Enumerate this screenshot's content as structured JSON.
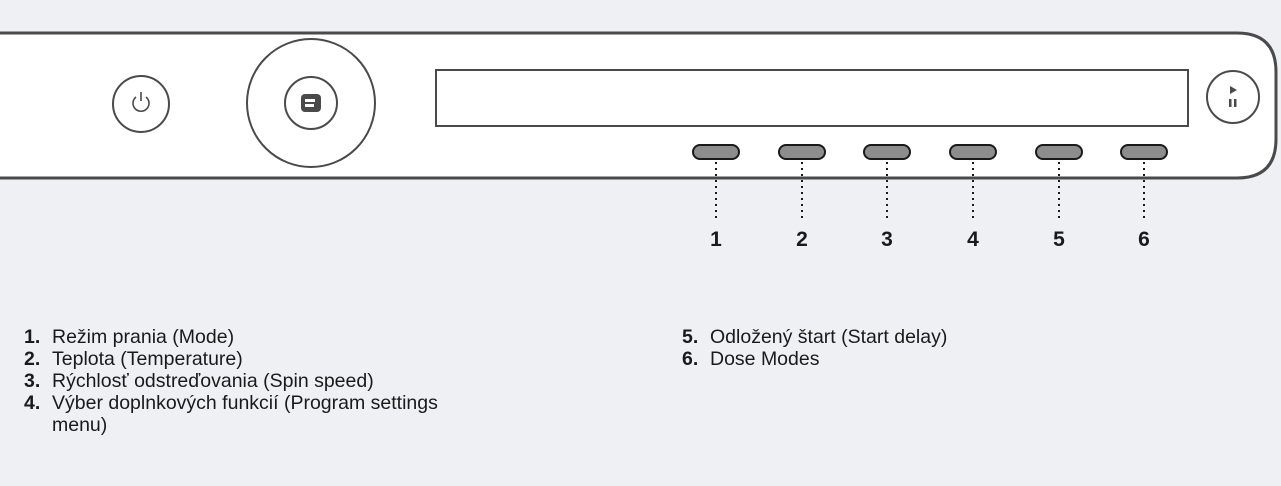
{
  "control_panel": {
    "buttons": [
      {
        "number": "1",
        "description": "Režim prania (Mode)"
      },
      {
        "number": "2",
        "description": "Teplota (Temperature)"
      },
      {
        "number": "3",
        "description": "Rýchlosť odstreďovania (Spin speed)"
      },
      {
        "number": "4",
        "description": "Výber doplnkových funkcií (Program settings menu)"
      },
      {
        "number": "5",
        "description": "Odložený štart (Start delay)"
      },
      {
        "number": "6",
        "description": "Dose Modes"
      }
    ],
    "icons": [
      "power-icon",
      "dial-logo-icon",
      "play-pause-icon"
    ]
  },
  "legend": {
    "left": [
      {
        "num": "1.",
        "text": "Režim prania (Mode)"
      },
      {
        "num": "2.",
        "text": "Teplota (Temperature)"
      },
      {
        "num": "3.",
        "text": "Rýchlosť odstreďovania (Spin speed)"
      },
      {
        "num": "4.",
        "text": "Výber doplnkových funkcií (Program settings menu)"
      }
    ],
    "right": [
      {
        "num": "5.",
        "text": "Odložený štart (Start delay)"
      },
      {
        "num": "6.",
        "text": "Dose Modes"
      }
    ]
  },
  "colors": {
    "background": "#eef0f3",
    "panel_stroke": "#4a4a4a",
    "button_fill": "#8d8d8d"
  }
}
